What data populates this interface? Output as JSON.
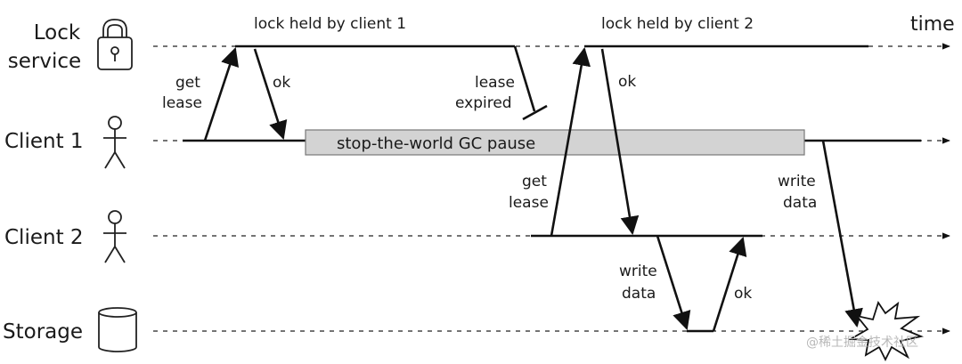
{
  "rows": {
    "lock_service_line1": "Lock",
    "lock_service_line2": "service",
    "client1": "Client 1",
    "client2": "Client 2",
    "storage": "Storage"
  },
  "time_label": "time",
  "lock_held": {
    "client1": "lock held by client 1",
    "client2": "lock held by client 2"
  },
  "messages": {
    "get1_line1": "get",
    "get1_line2": "lease",
    "ok1": "ok",
    "expired_line1": "lease",
    "expired_line2": "expired",
    "get2_line1": "get",
    "get2_line2": "lease",
    "ok2": "ok",
    "write1_line1": "write",
    "write1_line2": "data",
    "write2_line1": "write",
    "write2_line2": "data",
    "ok3": "ok"
  },
  "gc_pause": "stop-the-world GC pause",
  "watermark": "@稀土掘金技术社区",
  "icons": {
    "lock": "padlock-icon",
    "client1": "stick-figure-icon",
    "client2": "stick-figure-icon",
    "storage": "database-cylinder-icon",
    "conflict": "starburst-icon"
  }
}
